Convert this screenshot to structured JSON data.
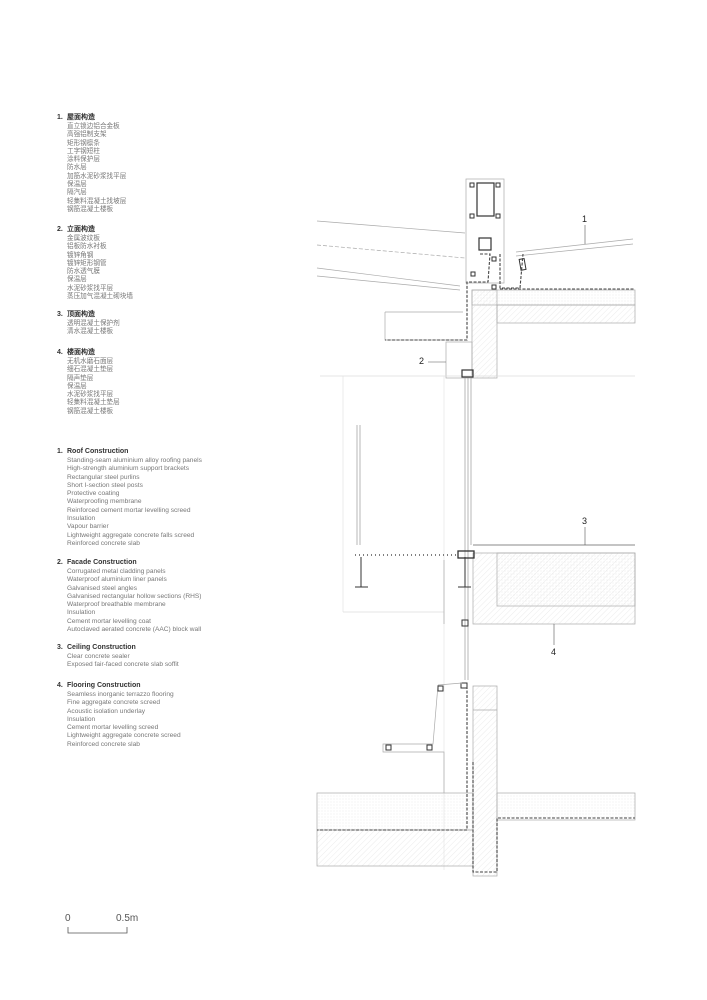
{
  "legend_cn": [
    {
      "num": "1.",
      "title": "屋面构造",
      "items": [
        "直立锁边铝合金板",
        "高强铝制支架",
        "矩形钢檩条",
        "工字钢短柱",
        "涂料保护层",
        "防水层",
        "加筋水泥砂浆找平层",
        "保温层",
        "隔汽层",
        "轻集料混凝土找坡层",
        "钢筋混凝土楼板"
      ]
    },
    {
      "num": "2.",
      "title": "立面构造",
      "items": [
        "金属波纹板",
        "铝板防水衬板",
        "镀锌角钢",
        "镀锌矩形钢管",
        "防水透气膜",
        "保温层",
        "水泥砂浆找平层",
        "蒸压加气混凝土砌块墙"
      ]
    },
    {
      "num": "3.",
      "title": "顶面构造",
      "items": [
        "透明混凝土保护剂",
        "清水混凝土楼板"
      ]
    },
    {
      "num": "4.",
      "title": "楼面构造",
      "items": [
        "无机水磨石面层",
        "细石混凝土垫层",
        "隔声垫层",
        "保温层",
        "水泥砂浆找平层",
        "轻集料混凝土垫层",
        "钢筋混凝土楼板"
      ]
    }
  ],
  "legend_en": [
    {
      "num": "1.",
      "title": "Roof Construction",
      "items": [
        "Standing-seam aluminium alloy roofing panels",
        "High-strength aluminium support brackets",
        "Rectangular steel purlins",
        "Short I-section steel posts",
        "Protective coating",
        "Waterproofing membrane",
        "Reinforced cement mortar levelling screed",
        "Insulation",
        "Vapour barrier",
        "Lightweight aggregate concrete falls screed",
        "Reinforced concrete slab"
      ]
    },
    {
      "num": "2.",
      "title": "Facade Construction",
      "items": [
        "Corrugated metal cladding panels",
        "Waterproof aluminium liner panels",
        "Galvanised steel angles",
        "Galvanised rectangular hollow sections (RHS)",
        "Waterproof breathable membrane",
        "Insulation",
        "Cement mortar levelling coat",
        "Autoclaved aerated concrete (AAC) block wall"
      ]
    },
    {
      "num": "3.",
      "title": "Ceiling Construction",
      "items": [
        "Clear concrete sealer",
        "Exposed fair-faced concrete slab soffit"
      ]
    },
    {
      "num": "4.",
      "title": "Flooring Construction",
      "items": [
        "Seamless inorganic terrazzo flooring",
        "Fine aggregate concrete screed",
        "Acoustic isolation underlay",
        "Insulation",
        "Cement mortar levelling screed",
        "Lightweight aggregate concrete screed",
        "Reinforced concrete slab"
      ]
    }
  ],
  "callouts": [
    "1",
    "2",
    "3",
    "4"
  ],
  "scale_bar": {
    "start": "0",
    "end": "0.5m"
  }
}
